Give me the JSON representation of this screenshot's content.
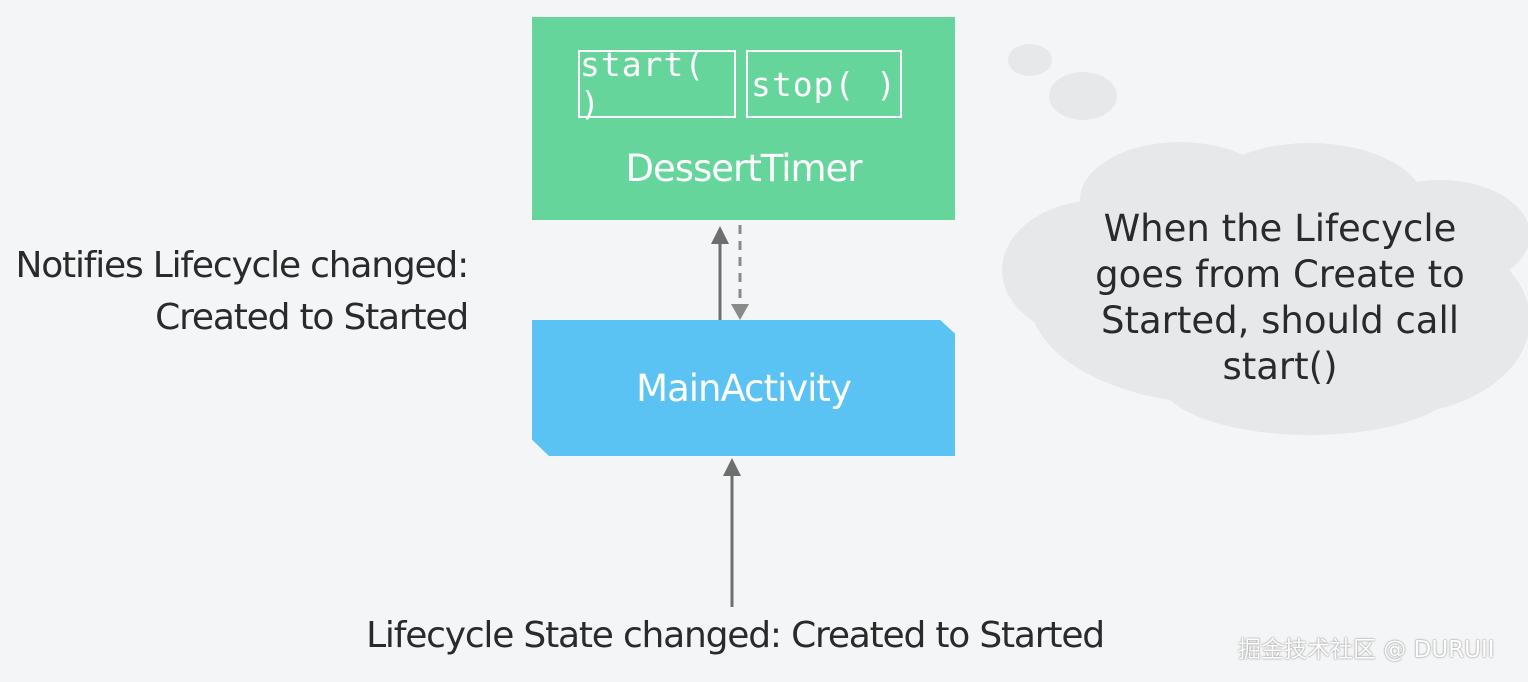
{
  "dessert_timer": {
    "title": "DessertTimer",
    "methods": [
      "start( )",
      "stop( )"
    ]
  },
  "main_activity": {
    "title": "MainActivity"
  },
  "notify_label": {
    "line1": "Notifies Lifecycle changed:",
    "line2": "Created to Started"
  },
  "state_label": "Lifecycle State changed: Created to Started",
  "thought": {
    "lines": [
      "When the Lifecycle",
      "goes from Create to",
      "Started, should call",
      "start()"
    ]
  },
  "watermark": "掘金技术社区 @ DURUII",
  "colors": {
    "timer_green": "#66d59b",
    "activity_blue": "#5bc3f3",
    "cloud_gray": "#e6e8ea",
    "arrow_gray": "#6e6e6e"
  }
}
